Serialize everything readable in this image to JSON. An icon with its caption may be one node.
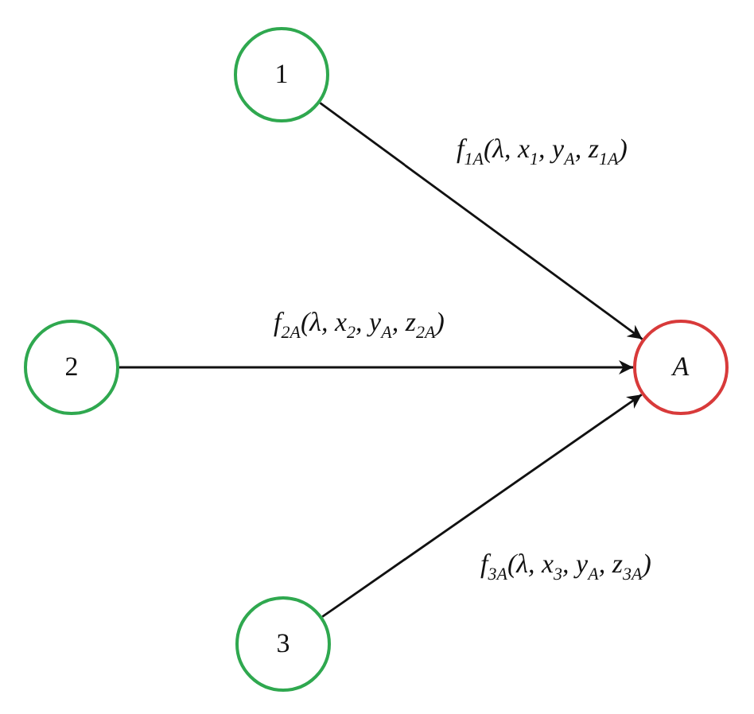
{
  "diagram": {
    "nodes": [
      {
        "text": [
          "1"
        ]
      },
      {
        "text": [
          "2"
        ]
      },
      {
        "text": [
          "3"
        ]
      },
      {
        "text": [
          "A"
        ]
      }
    ],
    "edges": [
      {
        "from": 0,
        "to": 3,
        "arrow": "to",
        "label": "f$_{1A}$(λ, x$_{1}$, y$_{A}$, z$_{1A}$)"
      },
      {
        "from": 1,
        "to": 3,
        "arrow": "to",
        "label": "f$_{2A}$(λ, x$_{2}$, y$_{A}$, z$_{2A}$)"
      },
      {
        "from": 2,
        "to": 3,
        "arrow": "to",
        "label": "f$_{3A}$(λ, x$_{3}$, y$_{A}$, z$_{3A}$)"
      }
    ]
  }
}
